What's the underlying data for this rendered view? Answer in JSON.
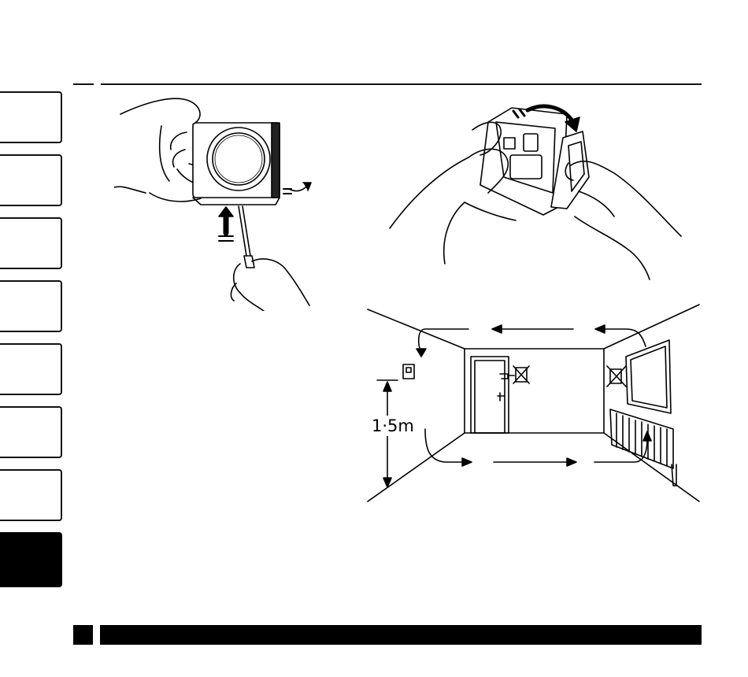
{
  "side_tabs": [
    {
      "label": "",
      "active": false
    },
    {
      "label": "",
      "active": false
    },
    {
      "label": "",
      "active": false
    },
    {
      "label": "",
      "active": false
    },
    {
      "label": "",
      "active": false
    },
    {
      "label": "",
      "active": false
    },
    {
      "label": "",
      "active": false
    },
    {
      "label": "",
      "active": true
    }
  ],
  "figures": {
    "unclip": {
      "icon": "screwdriver-release-illustration"
    },
    "open_case": {
      "icon": "open-battery-case-illustration"
    },
    "room": {
      "icon": "room-placement-diagram",
      "height_label": "1·5m"
    }
  },
  "footer": {
    "page_number": "",
    "title": ""
  },
  "colors": {
    "ink": "#000000",
    "paper": "#ffffff"
  }
}
